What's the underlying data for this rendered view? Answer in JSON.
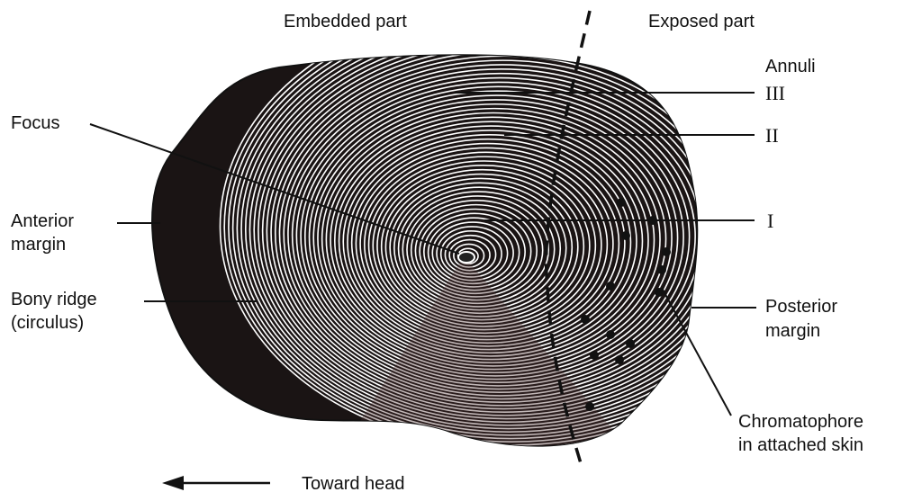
{
  "diagram": {
    "top_labels": {
      "embedded": "Embedded part",
      "exposed": "Exposed part"
    },
    "labels": {
      "annuli": "Annuli",
      "annulus_iii": "III",
      "annulus_ii": "II",
      "annulus_i": "I",
      "focus": "Focus",
      "anterior_line1": "Anterior",
      "anterior_line2": "margin",
      "bony_line1": "Bony ridge",
      "bony_line2": "(circulus)",
      "posterior_line1": "Posterior",
      "posterior_line2": "margin",
      "chromatophore_line1": "Chromatophore",
      "chromatophore_line2": "in attached skin",
      "toward_head": "Toward head"
    },
    "colors": {
      "ink": "#111111",
      "shading": "#3a2a28",
      "background": "#ffffff"
    }
  }
}
